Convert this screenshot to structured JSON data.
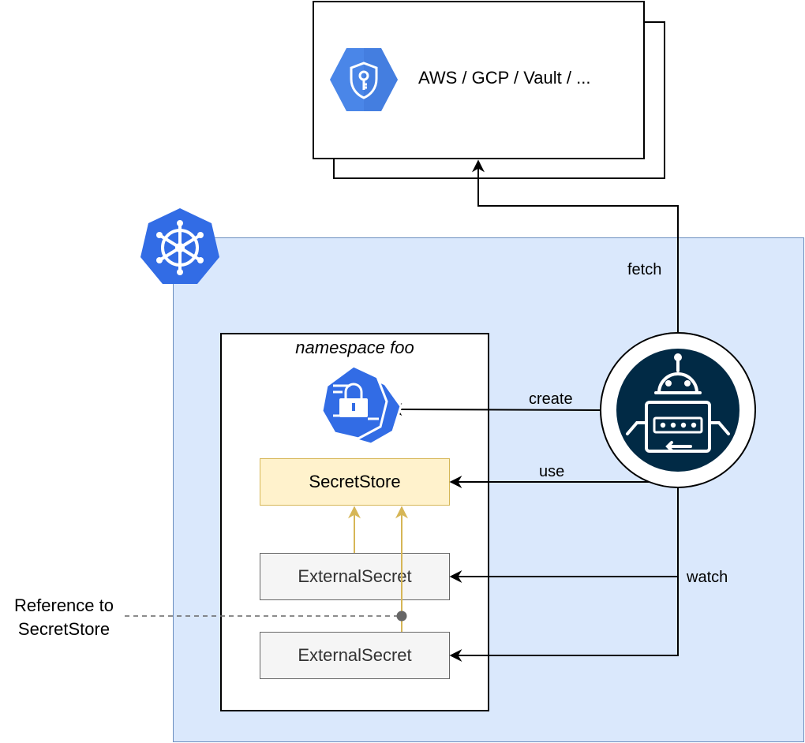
{
  "provider": {
    "label": "AWS / GCP / Vault / ..."
  },
  "namespace": {
    "label": "namespace foo"
  },
  "nodes": {
    "secretstore": "SecretStore",
    "externalsecret_1": "ExternalSecret",
    "externalsecret_2": "ExternalSecret"
  },
  "edges": {
    "fetch": "fetch",
    "create": "create",
    "use": "use",
    "watch": "watch"
  },
  "annotation": {
    "reference_line1": "Reference to",
    "reference_line2": "SecretStore"
  },
  "icons": {
    "provider": "secret-manager-shield-key-icon",
    "cluster": "kubernetes-helm-wheel-icon",
    "secret": "kubernetes-secret-lock-icon",
    "operator": "robot-password-icon"
  },
  "colors": {
    "cluster_fill": "#dae8fc",
    "cluster_border": "#6c8ebf",
    "secretstore_fill": "#fff2cc",
    "secretstore_border": "#d6b656",
    "externalsecret_fill": "#f5f5f5",
    "externalsecret_border": "#666666",
    "google_blue": "#4a86e8",
    "kubernetes_blue": "#326ce5",
    "operator_navy": "#012a45"
  }
}
